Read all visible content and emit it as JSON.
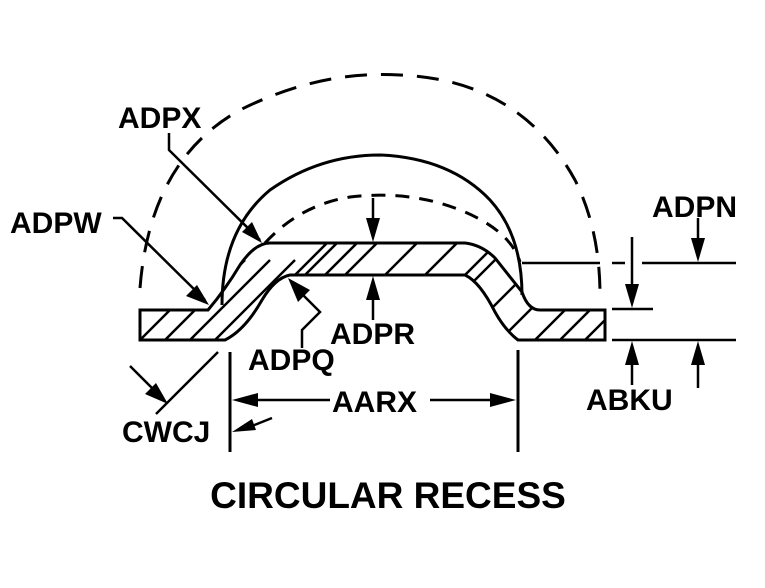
{
  "diagram": {
    "title": "CIRCULAR RECESS",
    "labels": {
      "adpx": "ADPX",
      "adpw": "ADPW",
      "adpn": "ADPN",
      "adpr": "ADPR",
      "adpq": "ADPQ",
      "aarx": "AARX",
      "abku": "ABKU",
      "cwcj": "CWCJ"
    },
    "colors": {
      "line": "#000000",
      "background": "#ffffff"
    }
  }
}
